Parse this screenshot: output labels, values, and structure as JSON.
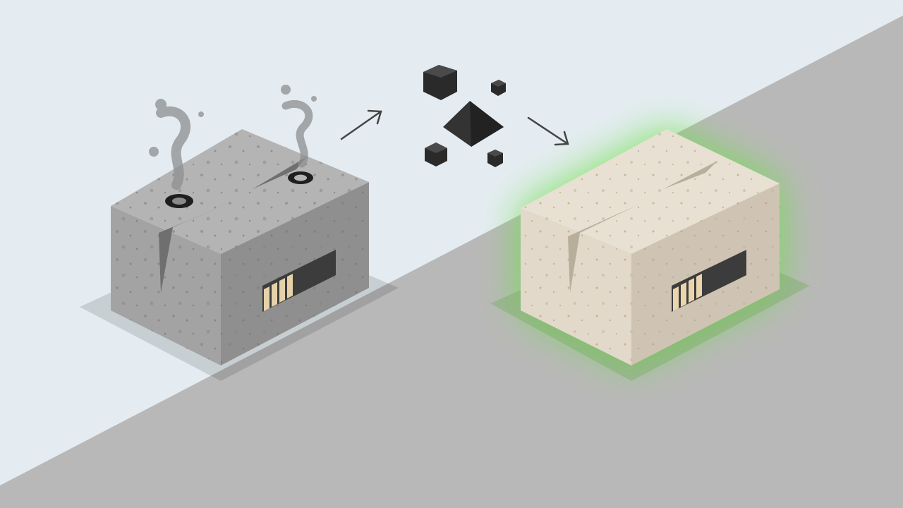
{
  "scene": {
    "background_color": "#e4ecf1",
    "floor_color": "#b9b8b8",
    "left_block": {
      "name": "degraded-concrete-block",
      "color": "#9c9c9c",
      "icon": "smoke-icon",
      "battery_bars": 4
    },
    "additives": {
      "icons": [
        "cube-icon",
        "pyramid-icon"
      ],
      "color": "#2f2f2f"
    },
    "right_block": {
      "name": "improved-concrete-block",
      "color": "#ddd3c3",
      "glow_color": "#6ee04a",
      "battery_bars": 4
    },
    "arrows": [
      "arrow-right-up-icon",
      "arrow-right-down-icon"
    ]
  }
}
